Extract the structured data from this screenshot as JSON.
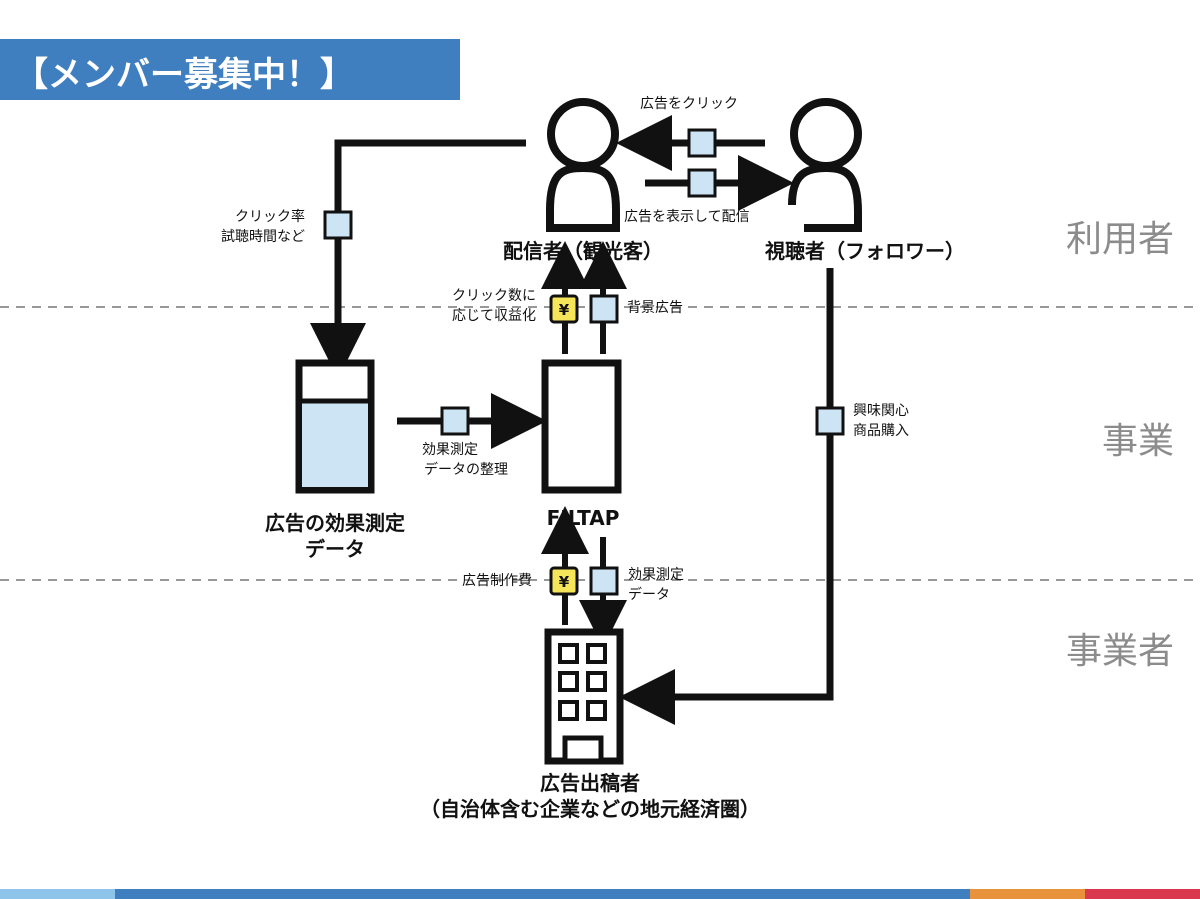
{
  "banner": {
    "title": "【メンバー募集中！】"
  },
  "tiers": {
    "users": "利用者",
    "business": "事業",
    "businesses": "事業者"
  },
  "actors": {
    "distributor": "配信者（観光客）",
    "viewer": "視聴者（フォロワー）",
    "platform": "FILTAP",
    "data_store_line1": "広告の効果測定",
    "data_store_line2": "データ",
    "advertiser_line1": "広告出稿者",
    "advertiser_line2": "（自治体含む企業などの地元経済圏）"
  },
  "flows": {
    "ad_click": "広告をクリック",
    "ad_display": "広告を表示して配信",
    "click_rate_line1": "クリック率",
    "click_rate_line2": "試聴時間など",
    "revenue_line1": "クリック数に",
    "revenue_line2": "応じて収益化",
    "background_ad": "背景広告",
    "organize_line1": "効果測定",
    "organize_line2": "データの整理",
    "interest_line1": "興味関心",
    "interest_line2": "商品購入",
    "production_fee": "広告制作費",
    "effect_data_line1": "効果測定",
    "effect_data_line2": "データ"
  },
  "icons": {
    "yen": "¥"
  },
  "colors": {
    "banner": "#3f7fc0",
    "token_fill": "#cde4f5",
    "yen_fill": "#f5e55a",
    "tier_label": "#8c8c8c",
    "footer": [
      "#8ec3ea",
      "#3f7fc0",
      "#e8923c",
      "#d9384e"
    ]
  }
}
